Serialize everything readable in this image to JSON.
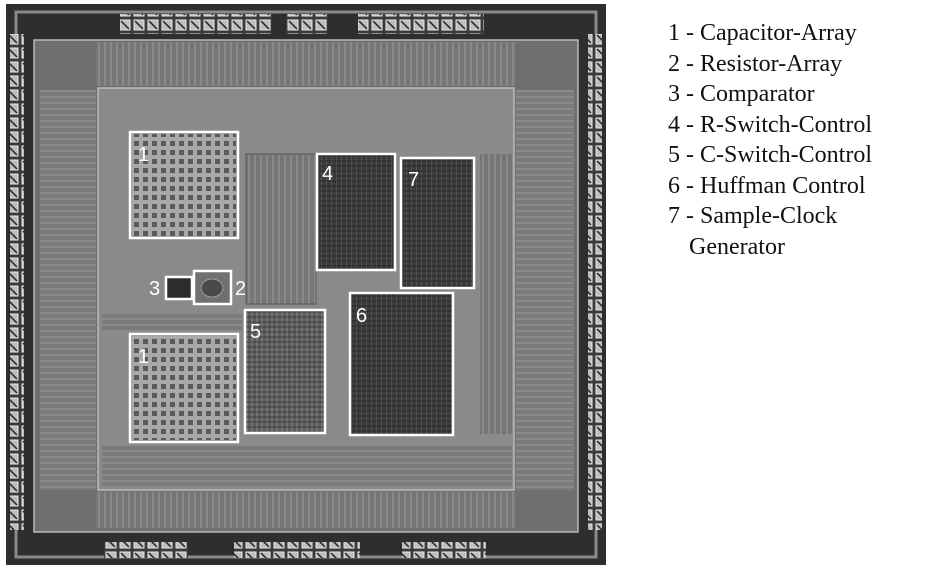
{
  "colors": {
    "die_background": "#2e2e2e",
    "core_area": "#8a8a8a",
    "block_outline": "#ffffff",
    "block_label": "#ffffff"
  },
  "die": {
    "blocks": [
      {
        "id": "cap-top",
        "label": "1",
        "fill": "grid"
      },
      {
        "id": "cap-bottom",
        "label": "1",
        "fill": "grid"
      },
      {
        "id": "comparator",
        "label": "3",
        "fill": "dark"
      },
      {
        "id": "resistor",
        "label": "2",
        "fill": "blob"
      },
      {
        "id": "r-switch",
        "label": "4",
        "fill": "logic"
      },
      {
        "id": "sample-clock",
        "label": "7",
        "fill": "logic"
      },
      {
        "id": "c-switch",
        "label": "5",
        "fill": "logic"
      },
      {
        "id": "huffman",
        "label": "6",
        "fill": "logic"
      }
    ]
  },
  "legend": {
    "separator": " - ",
    "items": [
      {
        "num": "1",
        "text": "Capacitor-Array"
      },
      {
        "num": "2",
        "text": "Resistor-Array"
      },
      {
        "num": "3",
        "text": "Comparator"
      },
      {
        "num": "4",
        "text": "R-Switch-Control"
      },
      {
        "num": "5",
        "text": "C-Switch-Control"
      },
      {
        "num": "6",
        "text": "Huffman Control"
      },
      {
        "num": "7",
        "text": "Sample-Clock"
      }
    ],
    "continuation": "Generator"
  }
}
